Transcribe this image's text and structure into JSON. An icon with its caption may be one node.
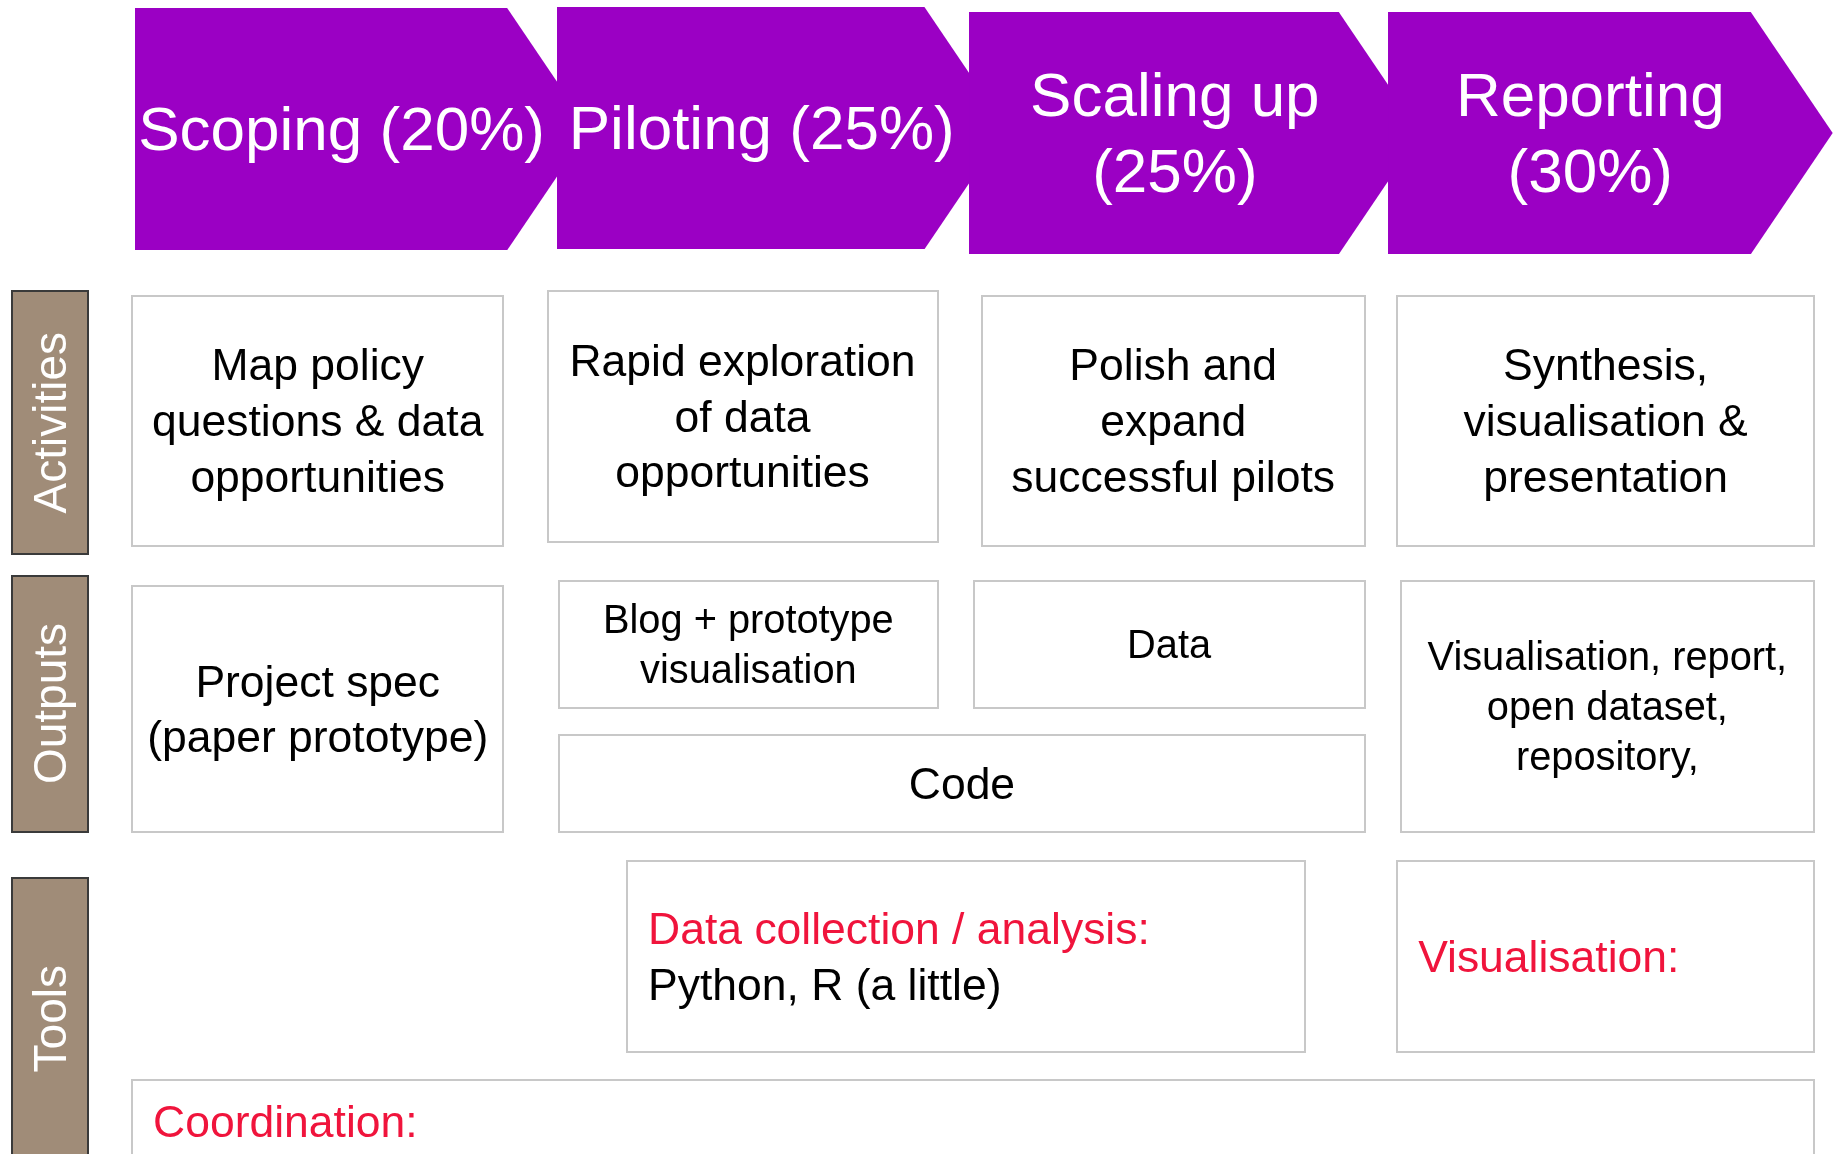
{
  "diagram": {
    "nodes": [
      {
        "text": [
          "Scoping (20%)"
        ]
      },
      {
        "text": [
          "Piloting (25%)"
        ]
      },
      {
        "text": [
          "Scaling up (25%)"
        ]
      },
      {
        "text": [
          "Reporting (30%)"
        ]
      },
      {
        "text": [
          "Activities"
        ]
      },
      {
        "text": [
          "Outputs"
        ]
      },
      {
        "text": [
          "Tools"
        ]
      },
      {
        "text": [
          "Map policy questions & data opportunities"
        ]
      },
      {
        "text": [
          "Rapid exploration of data opportunities"
        ]
      },
      {
        "text": [
          "Polish and expand successful pilots"
        ]
      },
      {
        "text": [
          "Synthesis, visualisation & presentation"
        ]
      },
      {
        "text": [
          "Project spec (paper prototype)"
        ]
      },
      {
        "text": [
          "Blog + prototype visualisation"
        ]
      },
      {
        "text": [
          "Data"
        ]
      },
      {
        "text": [
          "Code"
        ]
      },
      {
        "text": [
          "Visualisation, report, open dataset, repository,"
        ]
      },
      {
        "text": [
          "Data collection / analysis:",
          "Python, R (a little)"
        ]
      },
      {
        "text": [
          "Visualisation:"
        ]
      },
      {
        "text": [
          "Coordination:"
        ]
      }
    ],
    "edges": []
  }
}
